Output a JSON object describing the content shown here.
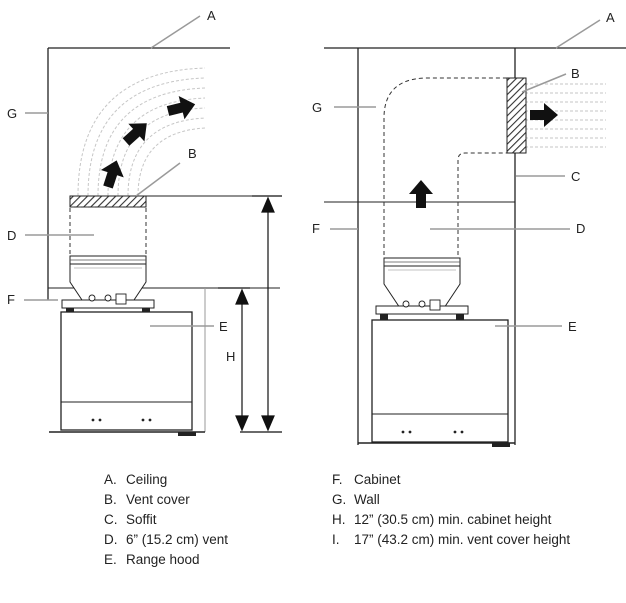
{
  "callouts": {
    "left": {
      "a": "A",
      "g": "G",
      "b": "B",
      "d": "D",
      "f": "F",
      "e": "E",
      "h": "H"
    },
    "right": {
      "a": "A",
      "b": "B",
      "g": "G",
      "c": "C",
      "f": "F",
      "d": "D",
      "e": "E"
    }
  },
  "legend": {
    "left": [
      {
        "key": "A.",
        "text": "Ceiling"
      },
      {
        "key": "B.",
        "text": "Vent cover"
      },
      {
        "key": "C.",
        "text": "Soffit"
      },
      {
        "key": "D.",
        "text": "6” (15.2 cm) vent"
      },
      {
        "key": "E.",
        "text": "Range hood"
      }
    ],
    "right": [
      {
        "key": "F.",
        "text": "Cabinet"
      },
      {
        "key": "G.",
        "text": "Wall"
      },
      {
        "key": "H.",
        "text": "12” (30.5 cm) min. cabinet height"
      },
      {
        "key": "I.",
        "text": "17” (43.2 cm) min. vent cover height"
      }
    ]
  },
  "colors": {
    "line": "#222222",
    "leader": "#9a9a9a",
    "flow": "#c8c8c8",
    "hatch": "#333333"
  }
}
